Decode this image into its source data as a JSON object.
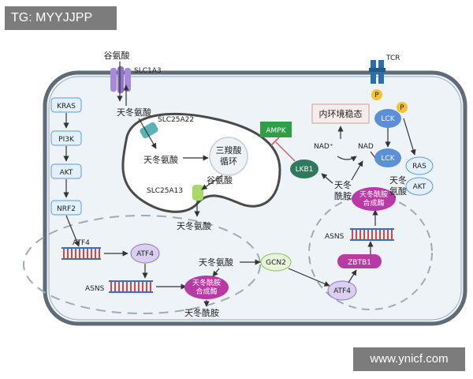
{
  "watermark_tag": "TG: MYYJJPP",
  "watermark_url": "www.ynicf.com",
  "colors": {
    "cell_border": "#5f6b76",
    "cell_fill": "#eef3f7",
    "mito_border": "#4a4a4a",
    "gene_box_fill": "#e3f0fa",
    "gene_box_border": "#5b9bd5",
    "lkb1": "#2d7a5e",
    "ampk": "#2f9e44",
    "enzyme": "#b83aa5",
    "receptor": "#2a6fa8",
    "lck": "#5b8fd8",
    "dna_red": "#d94545",
    "dna_blue": "#3a6fc4",
    "transporter_purple": "#a58bd9",
    "transporter_teal": "#5bb3b8",
    "transporter_green": "#a8d86a",
    "inhibit": "#d06060"
  },
  "labels": {
    "glutamate_top": "谷氨酸",
    "slc1a3": "SLC1A3",
    "tcr": "TCR",
    "aspartate_1": "天冬氨酸",
    "slc25a22": "SLC25A22",
    "aspartate_2": "天冬氨酸",
    "tca_line1": "三羧酸",
    "tca_line2": "循环",
    "slc25a13": "SLC25A13",
    "glutamate_mito": "谷氨酸",
    "aspartate_3": "天冬氨酸",
    "atf4_left_gene": "ATF4",
    "atf4_left_protein": "ATF4",
    "asns_left": "ASNS",
    "enzyme_left_line1": "天冬酰胺",
    "enzyme_left_line2": "合成酶",
    "aspartate_4": "天冬氨酸",
    "asparagine_bottom": "天冬酰胺",
    "gcn2": "GCN2",
    "atf4_right": "ATF4",
    "zbtb1": "ZBTB1",
    "asns_right": "ASNS",
    "enzyme_right_line1": "天冬酰胺",
    "enzyme_right_line2": "合成酶",
    "asn_right_line1": "天冬",
    "asn_right_line2": "酰胺",
    "ampk": "AMPK",
    "lkb1": "LKB1",
    "homeostasis": "内环境稳态",
    "nad_plus": "NAD⁺",
    "nad": "NAD",
    "lck_top": "LCK",
    "lck_bottom": "LCK",
    "p1": "P",
    "p2": "P",
    "ras": "RAS",
    "akt_right": "AKT",
    "asp_right_line1": "天冬",
    "asp_right_line2": "氨酸"
  },
  "pathway_left": [
    "KRAS",
    "PI3K",
    "AKT",
    "NRF2"
  ]
}
